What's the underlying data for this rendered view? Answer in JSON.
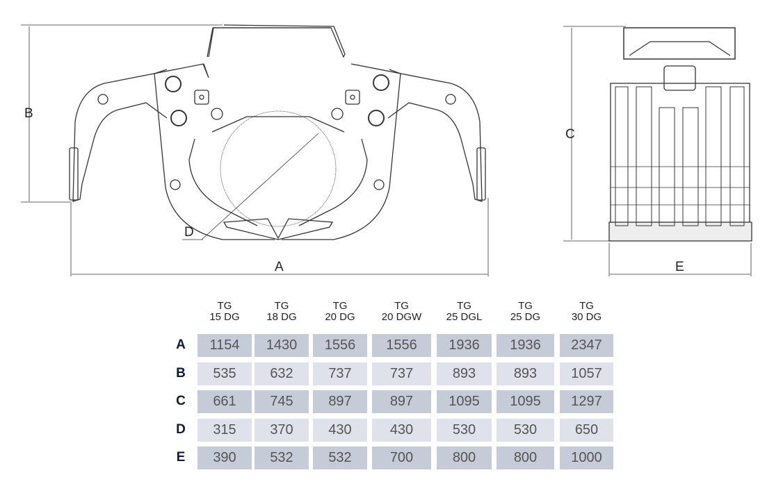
{
  "drawing": {
    "dimension_labels": {
      "A": "A",
      "B": "B",
      "C": "C",
      "D": "D",
      "E": "E"
    },
    "line_color": "#333333"
  },
  "table": {
    "columns": [
      {
        "line1": "TG",
        "line2": "15 DG"
      },
      {
        "line1": "TG",
        "line2": "18 DG"
      },
      {
        "line1": "TG",
        "line2": "20 DG"
      },
      {
        "line1": "TG",
        "line2": "20 DGW"
      },
      {
        "line1": "TG",
        "line2": "25 DGL"
      },
      {
        "line1": "TG",
        "line2": "25 DG"
      },
      {
        "line1": "TG",
        "line2": "30 DG"
      }
    ],
    "rows": [
      {
        "label": "A",
        "values": [
          "1154",
          "1430",
          "1556",
          "1556",
          "1936",
          "1936",
          "2347"
        ]
      },
      {
        "label": "B",
        "values": [
          "535",
          "632",
          "737",
          "737",
          "893",
          "893",
          "1057"
        ]
      },
      {
        "label": "C",
        "values": [
          "661",
          "745",
          "897",
          "897",
          "1095",
          "1095",
          "1297"
        ]
      },
      {
        "label": "D",
        "values": [
          "315",
          "370",
          "430",
          "430",
          "530",
          "530",
          "650"
        ]
      },
      {
        "label": "E",
        "values": [
          "390",
          "532",
          "532",
          "700",
          "800",
          "800",
          "1000"
        ]
      }
    ],
    "colors": {
      "dark_row": "#c6cbd8",
      "light_row": "#dfe2eb",
      "label": "#111a33"
    }
  }
}
